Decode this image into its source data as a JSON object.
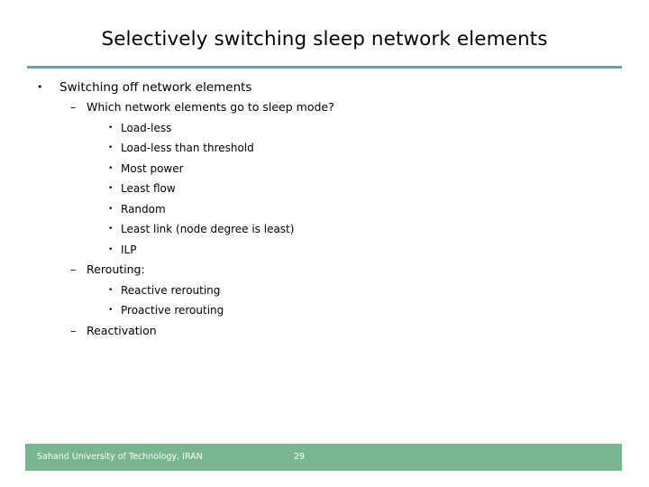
{
  "slide": {
    "title": "Selectively switching sleep network elements",
    "accent_rule_color": "#6b9fad",
    "footer_bar_color": "#77b68e",
    "background_color": "#ffffff",
    "bullets": [
      {
        "level": 1,
        "marker": "•",
        "text": "Switching off network elements"
      },
      {
        "level": 2,
        "marker": "–",
        "text": "Which network elements go to sleep mode?"
      },
      {
        "level": 3,
        "marker": "•",
        "text": "Load-less"
      },
      {
        "level": 3,
        "marker": "•",
        "text": "Load-less than threshold"
      },
      {
        "level": 3,
        "marker": "•",
        "text": "Most power"
      },
      {
        "level": 3,
        "marker": "•",
        "text": "Least flow"
      },
      {
        "level": 3,
        "marker": "•",
        "text": "Random"
      },
      {
        "level": 3,
        "marker": "•",
        "text": "Least link (node degree is least)"
      },
      {
        "level": 3,
        "marker": "•",
        "text": "ILP"
      },
      {
        "level": 2,
        "marker": "–",
        "text": "Rerouting:"
      },
      {
        "level": 3,
        "marker": "•",
        "text": "Reactive rerouting"
      },
      {
        "level": 3,
        "marker": "•",
        "text": "Proactive rerouting"
      },
      {
        "level": 2,
        "marker": "–",
        "text": "Reactivation"
      }
    ]
  },
  "footer": {
    "organization": "Sahand University of Technology, IRAN",
    "page_number": "29"
  }
}
